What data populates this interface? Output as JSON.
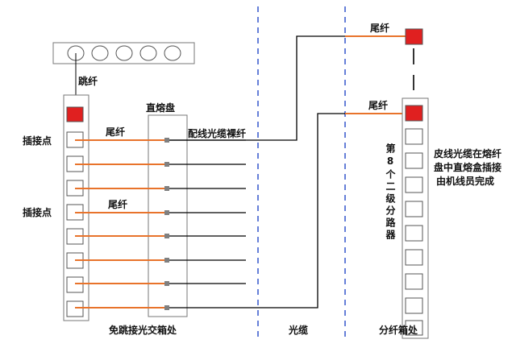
{
  "labels": {
    "jump_fiber": "跳纤",
    "splice_tray": "直熔盘",
    "insert_point_1": "插接点",
    "insert_point_2": "插接点",
    "pigtail_1": "尾纤",
    "pigtail_2": "尾纤",
    "pigtail_top": "尾纤",
    "pigtail_mid": "尾纤",
    "distribution_cable_bare": "配线光缆裸纤",
    "bottom_cabinet": "免跳接光交箱处",
    "bottom_cable": "光缆",
    "bottom_splitter": "分纤箱处",
    "splitter_vertical": "第8个二级分路器",
    "note_line_1": "皮线光缆在熔纤",
    "note_line_2": "盘中直熔盒插接",
    "note_line_3": "由机线员完成"
  },
  "colors": {
    "pigtail": "#e8732b",
    "port_active": "#e02020",
    "fiber": "#000000",
    "divider": "#3355cc",
    "panel_border": "#777777"
  }
}
